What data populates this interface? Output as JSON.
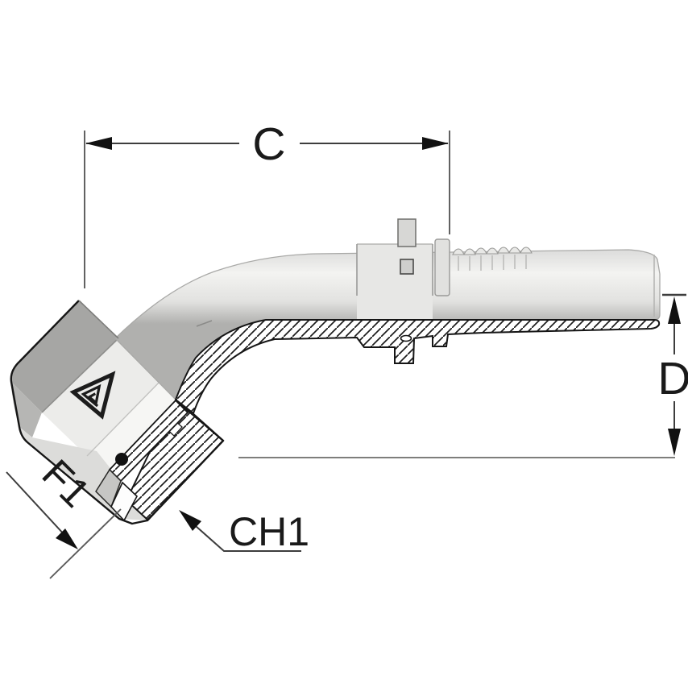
{
  "figure": {
    "type": "technical-drawing",
    "subject": "45-degree elbow hose insert fitting, half-section view",
    "dimension_labels": {
      "overall_length": "C",
      "drop_height": "D",
      "hex_across_flats": "F1",
      "nut_chamfer": "CH1"
    },
    "colors": {
      "background": "#ffffff",
      "outline": "#161616",
      "dimension_line": "#3d3d3d",
      "extension_line": "#5a5a5a",
      "metal_highlight": "#f3f3f1",
      "metal_mid": "#d8d8d6",
      "metal_shadow": "#a7a7a5",
      "nut_top_face": "#a6a6a4",
      "hatch_line": "#1c1c1c"
    }
  }
}
